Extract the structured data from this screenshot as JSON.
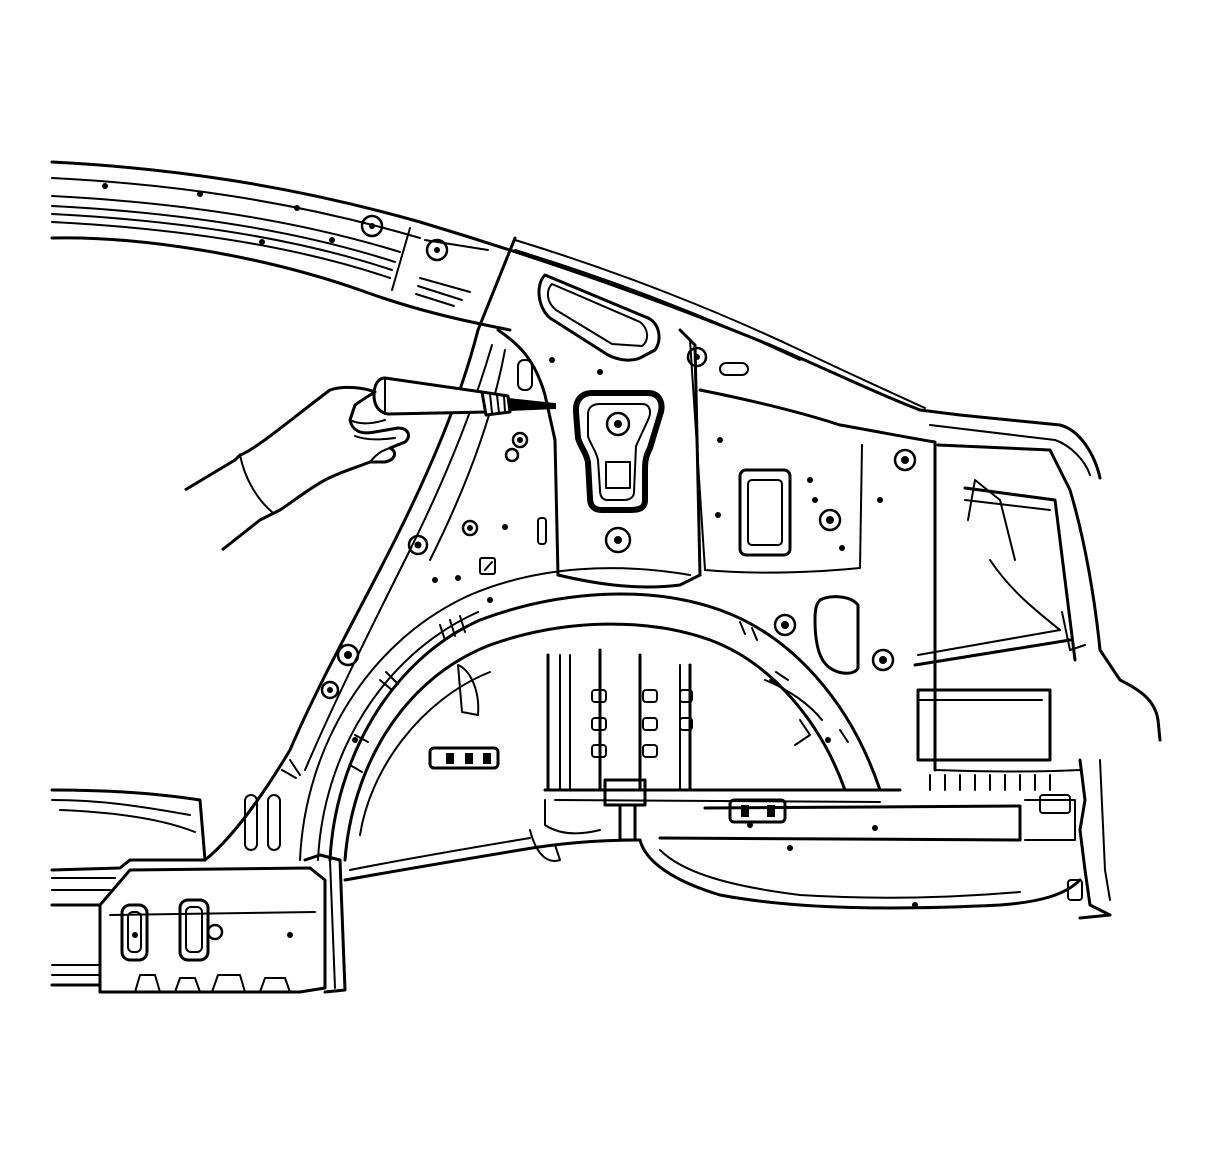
{
  "diagram": {
    "background": "#ffffff",
    "ink": "#000000",
    "depicts": [
      "rear-quarter-inner-panel",
      "roof-side-rail",
      "rear-wheelhouse",
      "gloved-hand",
      "caulking-gun-applicator",
      "sealer-bead"
    ]
  }
}
